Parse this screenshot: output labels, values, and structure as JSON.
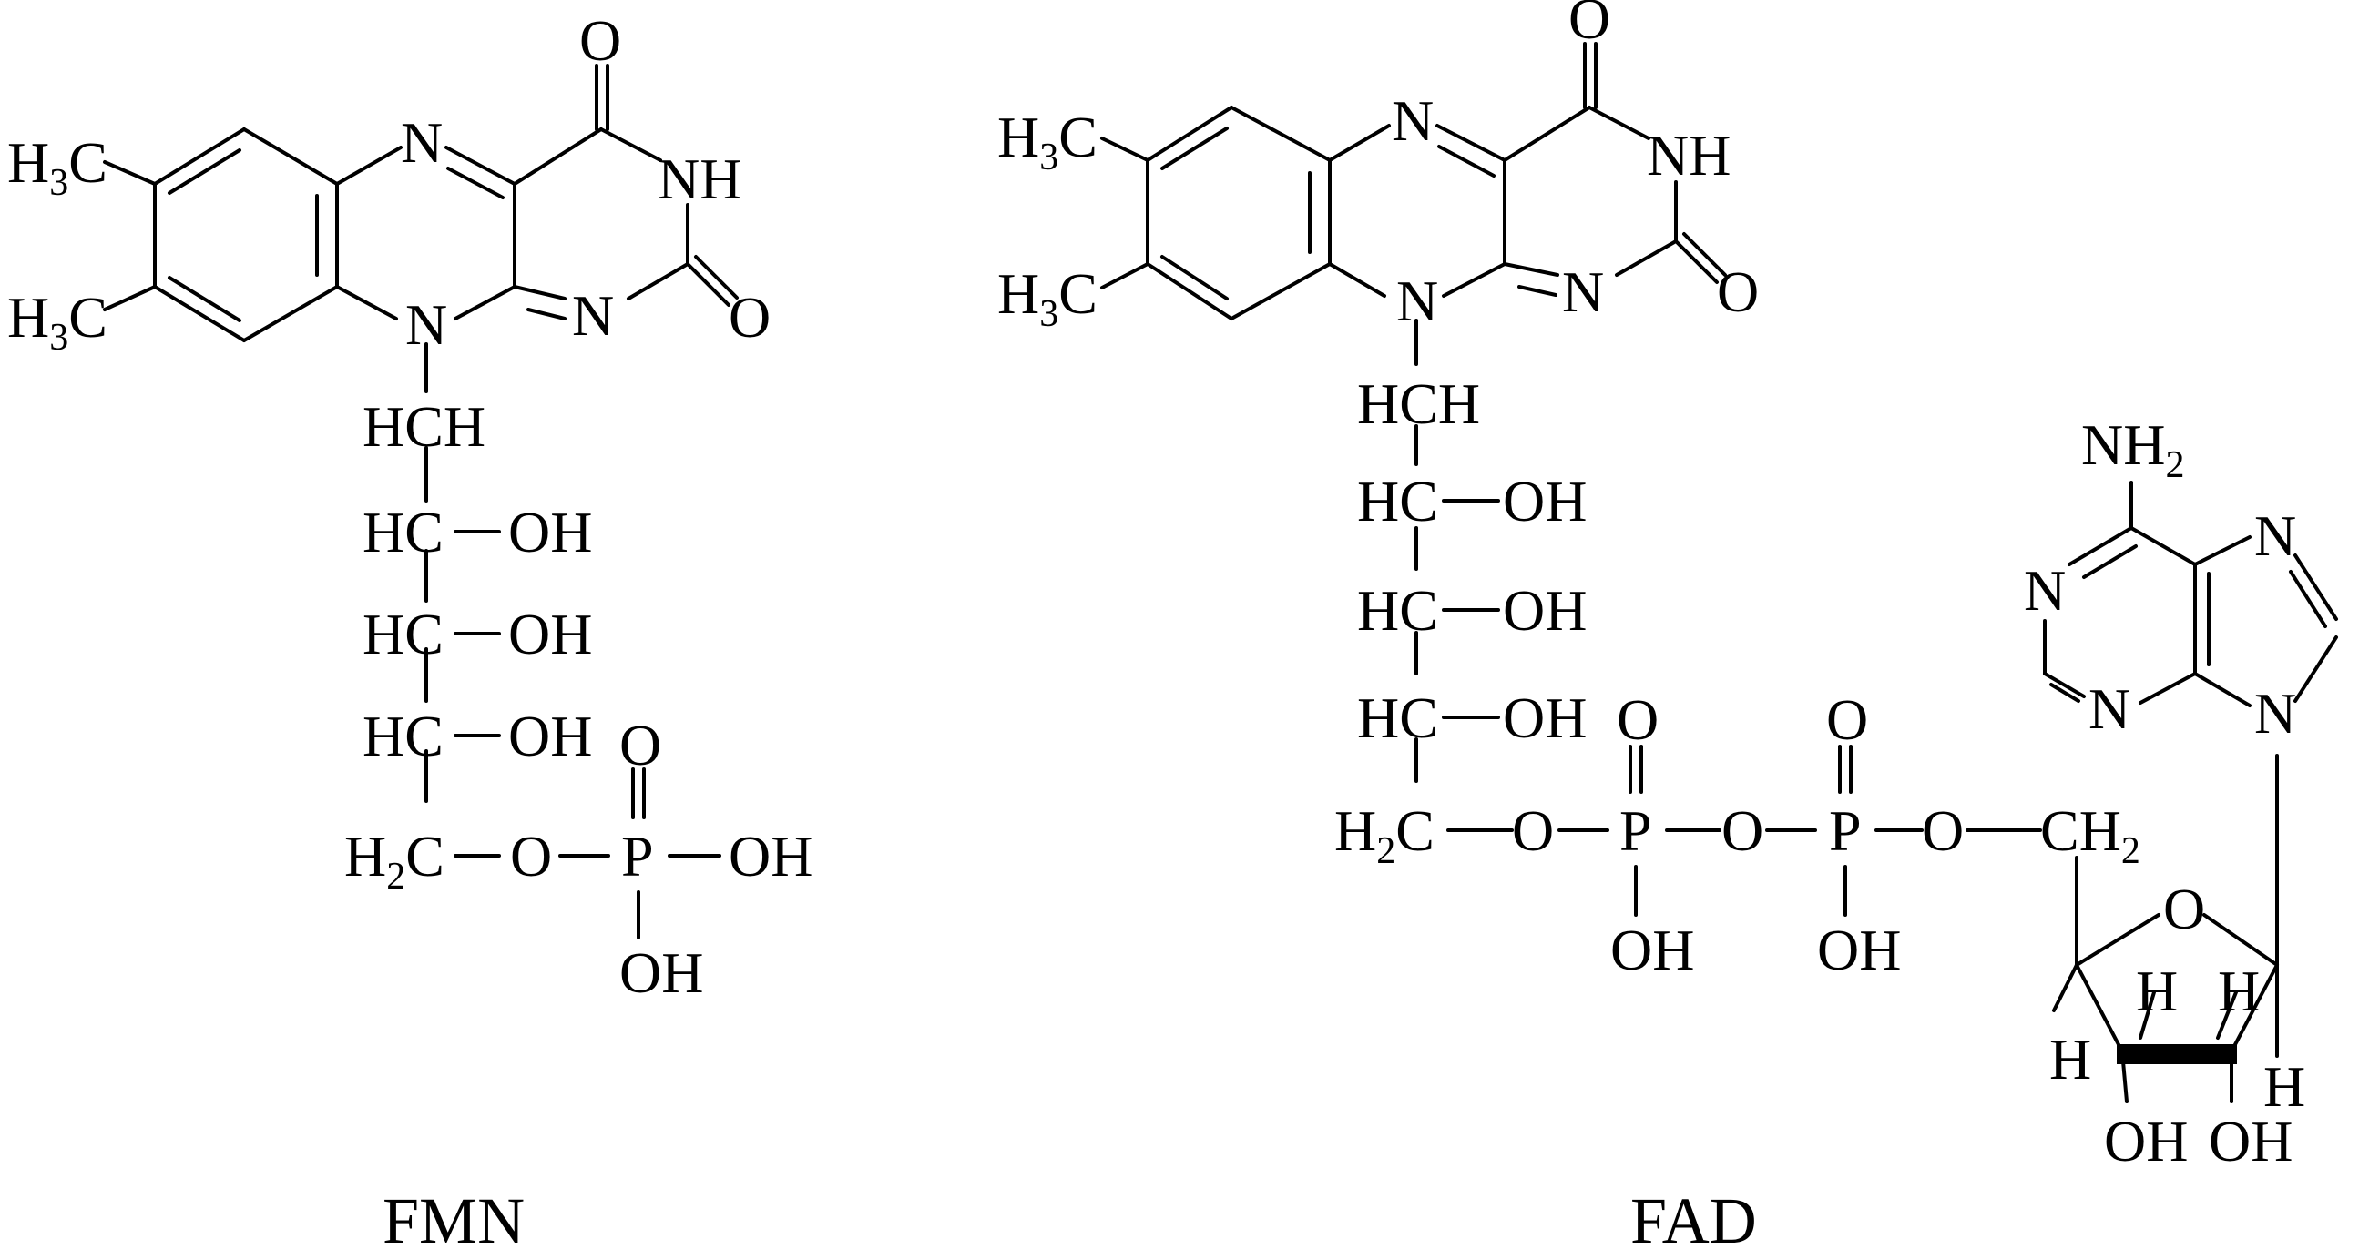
{
  "molecules": [
    {
      "caption": "FMN",
      "methyl_1": {
        "main": "H",
        "sub": "3",
        "tail": "C"
      },
      "methyl_2": {
        "main": "H",
        "sub": "3",
        "tail": "C"
      },
      "ring_n5": "N",
      "ring_n10": "N",
      "ring_n1": "N",
      "ring_nh3": "NH",
      "oxo_c4": "O",
      "oxo_c2": "O",
      "chain": [
        {
          "left": "HCH",
          "right": ""
        },
        {
          "left": "HC",
          "right": "OH"
        },
        {
          "left": "HC",
          "right": "OH"
        },
        {
          "left": "HC",
          "right": "OH"
        }
      ],
      "terminal": {
        "main": "H",
        "sub": "2",
        "tail": "C"
      },
      "ester_o": "O",
      "phosphorus": "P",
      "phosphate_o_double": "O",
      "phosphate_oh_right": "OH",
      "phosphate_oh_below": "OH"
    },
    {
      "caption": "FAD",
      "methyl_1": {
        "main": "H",
        "sub": "3",
        "tail": "C"
      },
      "methyl_2": {
        "main": "H",
        "sub": "3",
        "tail": "C"
      },
      "ring_n5": "N",
      "ring_n10": "N",
      "ring_n1": "N",
      "ring_nh3": "NH",
      "oxo_c4": "O",
      "oxo_c2": "O",
      "chain": [
        {
          "left": "HCH",
          "right": ""
        },
        {
          "left": "HC",
          "right": "OH"
        },
        {
          "left": "HC",
          "right": "OH"
        },
        {
          "left": "HC",
          "right": "OH"
        }
      ],
      "terminal": {
        "main": "H",
        "sub": "2",
        "tail": "C"
      },
      "diphosphate": {
        "o1": "O",
        "p1": "P",
        "o_bridge": "O",
        "p2": "P",
        "o3": "O",
        "p1_o_double": "O",
        "p1_oh": "OH",
        "p2_o_double": "O",
        "p2_oh": "OH"
      },
      "ribose": {
        "ch2": {
          "main": "CH",
          "sub": "2"
        },
        "ring_o": "O",
        "h_labels": [
          "H",
          "H",
          "H",
          "H"
        ],
        "oh_labels": [
          "OH",
          "OH"
        ]
      },
      "adenine": {
        "nh2": {
          "main": "NH",
          "sub": "2"
        },
        "n1": "N",
        "n3": "N",
        "n7": "N",
        "n9": "N"
      }
    }
  ]
}
